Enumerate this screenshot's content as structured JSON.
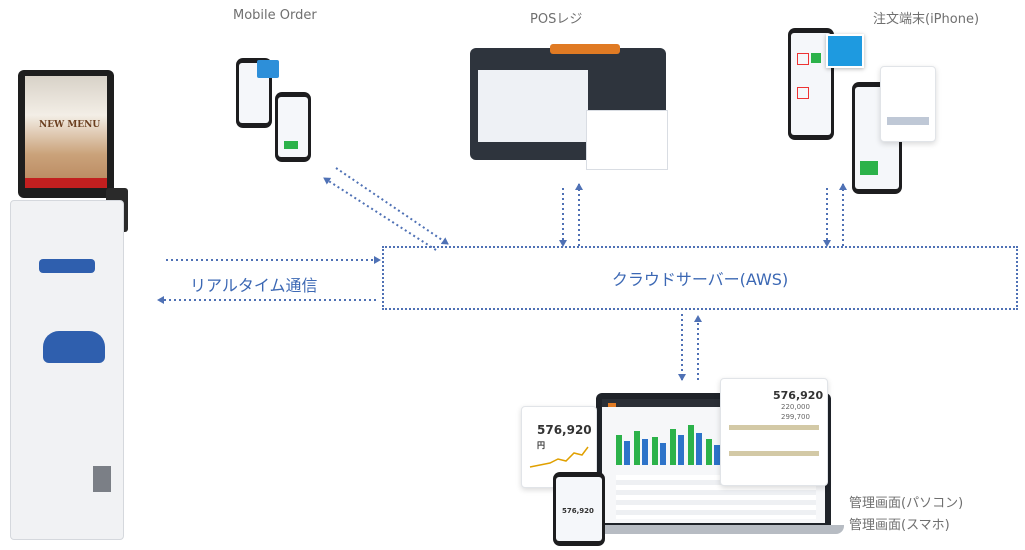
{
  "labels": {
    "mobile_order": "Mobile Order",
    "pos": "POSレジ",
    "iphone_terminal": "注文端末(iPhone)",
    "cloud_server": "クラウドサーバー(AWS)",
    "realtime": "リアルタイム通信",
    "mgmt_pc": "管理画面(パソコン)",
    "mgmt_phone": "管理画面(スマホ)"
  },
  "kiosk": {
    "menu_text": "NEW MENU"
  },
  "dashboard": {
    "total_left": "576,920",
    "total_left_unit": "円",
    "total_right": "576,920",
    "row_values": [
      "220,000",
      "299,700"
    ]
  },
  "colors": {
    "accent_blue": "#3c68b4",
    "arrow_blue": "#4f71b5",
    "label_gray": "#6f6f6f"
  }
}
